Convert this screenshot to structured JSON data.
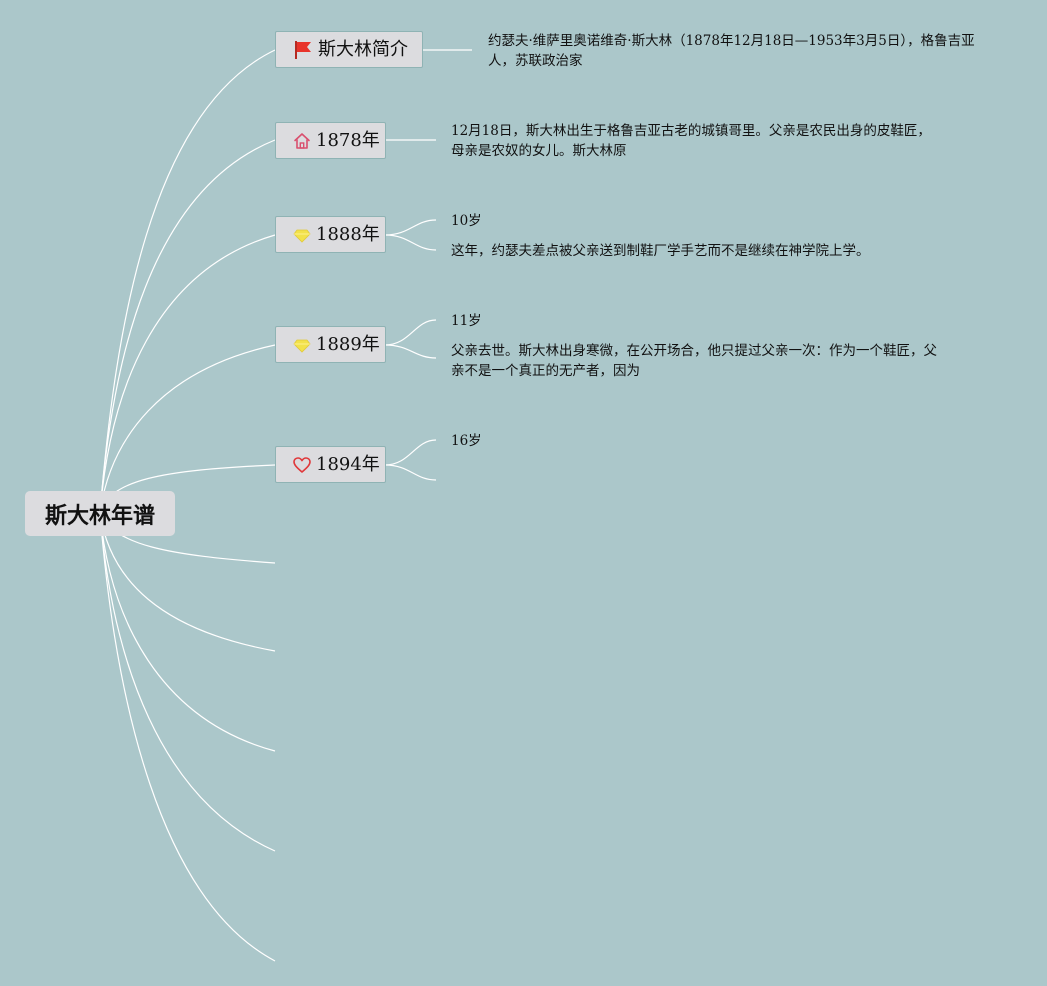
{
  "root": {
    "title": "斯大林年谱"
  },
  "topics": [
    {
      "id": "intro",
      "label": "斯大林简介",
      "icon": "red-flag-icon",
      "notes": [
        "约瑟夫·维萨里奥诺维奇·斯大林（1878年12月18日—1953年3月5日），格鲁吉亚人，苏联政治家"
      ]
    },
    {
      "id": "y1878",
      "label": "1878年",
      "icon": "home-icon",
      "notes": [
        "12月18日，斯大林出生于格鲁吉亚古老的城镇哥里。父亲是农民出身的皮鞋匠，母亲是农奴的女儿。斯大林原"
      ]
    },
    {
      "id": "y1888",
      "label": "1888年",
      "icon": "diamond-icon",
      "notes": [
        "10岁",
        "这年，约瑟夫差点被父亲送到制鞋厂学手艺而不是继续在神学院上学。"
      ]
    },
    {
      "id": "y1889",
      "label": "1889年",
      "icon": "diamond-icon",
      "notes": [
        "11岁",
        "父亲去世。斯大林出身寒微，在公开场合，他只提过父亲一次：作为一个鞋匠，父亲不是一个真正的无产者，因为"
      ]
    },
    {
      "id": "y1894",
      "label": "1894年",
      "icon": "heart-icon",
      "notes": [
        "16岁"
      ]
    }
  ],
  "colors": {
    "background": "#abc7ca",
    "node_fill": "#dcdcdf",
    "node_border": "#8fb3b4",
    "connector": "#ffffff",
    "flag": "#e8332a",
    "home": "#d94f6e",
    "diamond": "#f2e24a",
    "heart": "#e0383a"
  }
}
